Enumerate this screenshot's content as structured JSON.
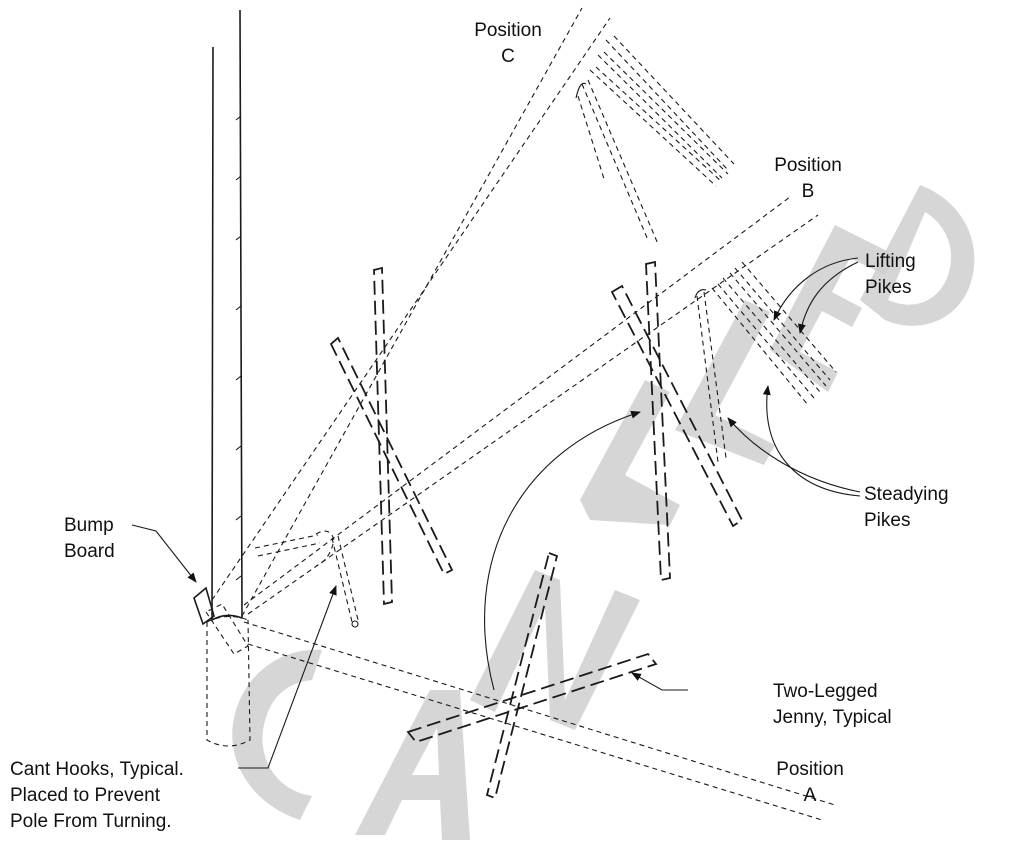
{
  "labels": {
    "position_c": [
      "Position",
      "C"
    ],
    "position_b": [
      "Position",
      "B"
    ],
    "position_a": [
      "Position",
      "A"
    ],
    "lifting_pikes": [
      "Lifting",
      "Pikes"
    ],
    "steadying_pikes": [
      "Steadying",
      "Pikes"
    ],
    "bump_board": [
      "Bump",
      "Board"
    ],
    "two_legged_jenny": [
      "Two-Legged",
      "Jenny, Typical"
    ],
    "cant_hooks": [
      "Cant Hooks, Typical.",
      "Placed to Prevent",
      "Pole From Turning."
    ]
  },
  "watermark": "CANCELLED",
  "colors": {
    "line": "#1a1a1a",
    "watermark": "#cfcfcf"
  }
}
